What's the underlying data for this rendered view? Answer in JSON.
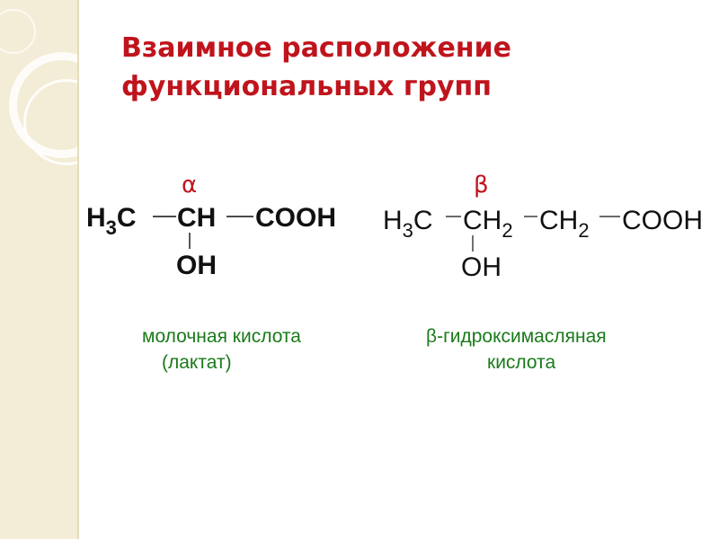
{
  "slide": {
    "title_line1": "Взаимное расположение",
    "title_line2": "функциональных групп",
    "title_color": "#c0141c",
    "caption_color": "#1a7a1a"
  },
  "lactic": {
    "alpha": "α",
    "h3c": "H",
    "h3c_sub": "3",
    "h3c_c": "C",
    "ch": "CH",
    "cooh": "COOH",
    "oh": "OH",
    "caption_line1": "молочная кислота",
    "caption_line2": "(лактат)"
  },
  "hydroxybutyric": {
    "beta": "β",
    "h3c": "H",
    "h3c_sub": "3",
    "h3c_c": "C",
    "ch2_a": "CH",
    "ch2_a_sub": "2",
    "ch2_b": "CH",
    "ch2_b_sub": "2",
    "cooh": "COOH",
    "oh": "OH",
    "caption_line1": "β-гидроксимасляная",
    "caption_line2": "кислота"
  }
}
